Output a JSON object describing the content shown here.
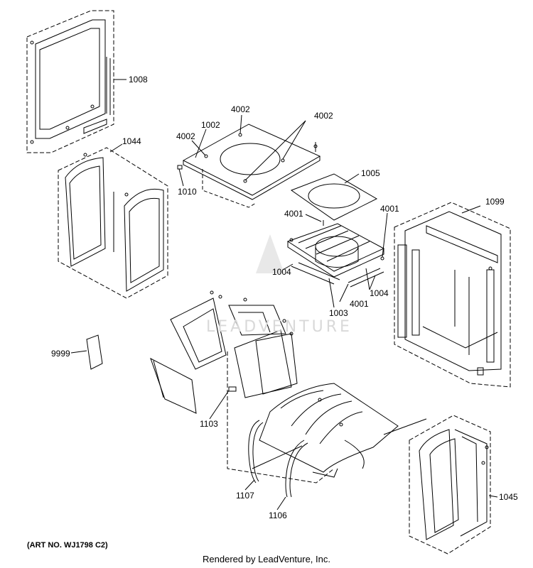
{
  "art_number": "(ART NO. WJ1798 C2)",
  "footer": "Rendered by LeadVenture, Inc.",
  "watermark": "LEADVENTURE",
  "parts": [
    {
      "id": "p1008",
      "number": "1008"
    },
    {
      "id": "p1044",
      "number": "1044"
    },
    {
      "id": "p4002a",
      "number": "4002"
    },
    {
      "id": "p1002",
      "number": "1002"
    },
    {
      "id": "p4002b",
      "number": "4002"
    },
    {
      "id": "p4002c",
      "number": "4002"
    },
    {
      "id": "p1010",
      "number": "1010"
    },
    {
      "id": "p1005",
      "number": "1005"
    },
    {
      "id": "p4001a",
      "number": "4001"
    },
    {
      "id": "p4001b",
      "number": "4001"
    },
    {
      "id": "p1099",
      "number": "1099"
    },
    {
      "id": "p1004a",
      "number": "1004"
    },
    {
      "id": "p1004b",
      "number": "1004"
    },
    {
      "id": "p4001c",
      "number": "4001"
    },
    {
      "id": "p1003",
      "number": "1003"
    },
    {
      "id": "p9999",
      "number": "9999"
    },
    {
      "id": "p1103",
      "number": "1103"
    },
    {
      "id": "p1107",
      "number": "1107"
    },
    {
      "id": "p1106",
      "number": "1106"
    },
    {
      "id": "p1045",
      "number": "1045"
    }
  ]
}
